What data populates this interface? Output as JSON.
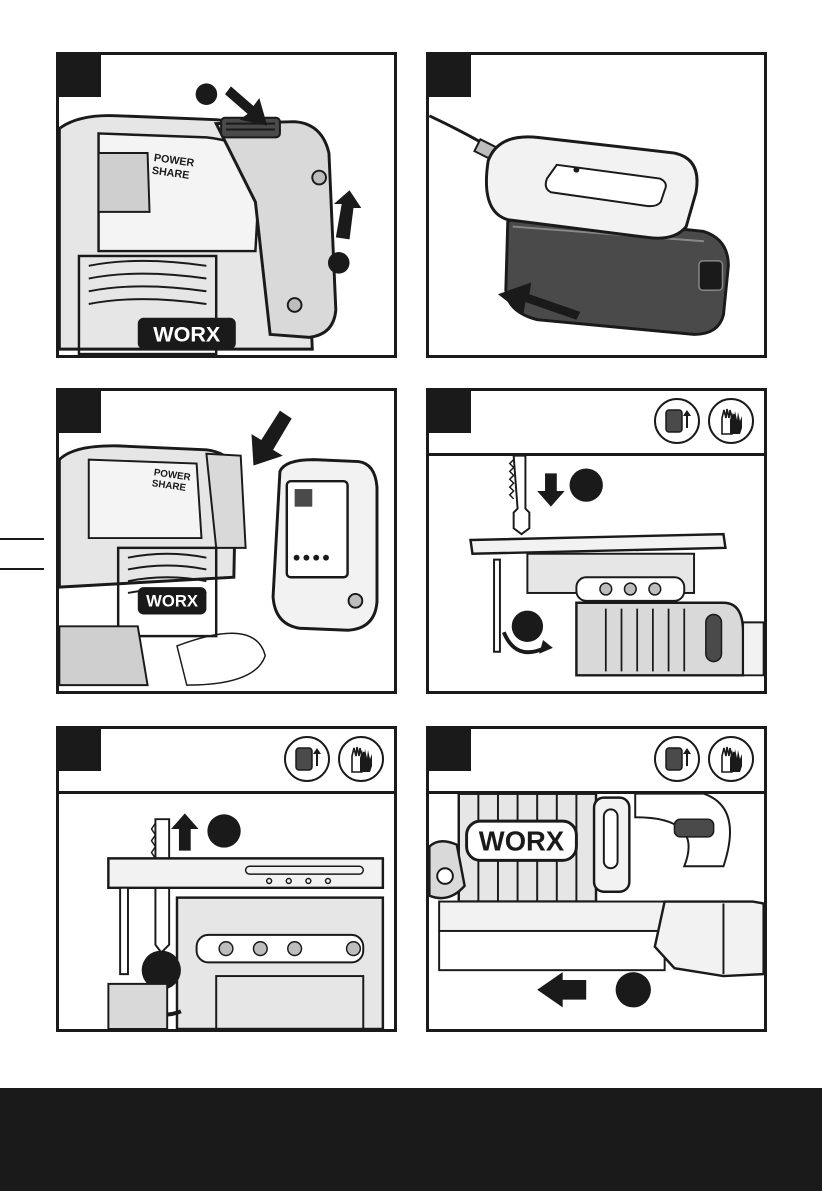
{
  "figures": [
    {
      "id": "fig-a",
      "brand_text": "WORX",
      "logo_line1": "POWER",
      "logo_line2": "SHARE"
    },
    {
      "id": "fig-b"
    },
    {
      "id": "fig-c",
      "brand_text": "WORX",
      "logo_line1": "POWER",
      "logo_line2": "SHARE"
    },
    {
      "id": "fig-d",
      "icons": [
        "battery-removal-icon",
        "gloves-icon"
      ]
    },
    {
      "id": "fig-e",
      "icons": [
        "battery-removal-icon",
        "gloves-icon"
      ]
    },
    {
      "id": "fig-f",
      "brand_text": "WORX",
      "icons": [
        "battery-removal-icon",
        "gloves-icon"
      ]
    }
  ],
  "colors": {
    "ink": "#1a1a1a",
    "tool_gray": "#d9d9d9",
    "dark_gray": "#4a4a4a",
    "footer": "#1a1a1a"
  }
}
